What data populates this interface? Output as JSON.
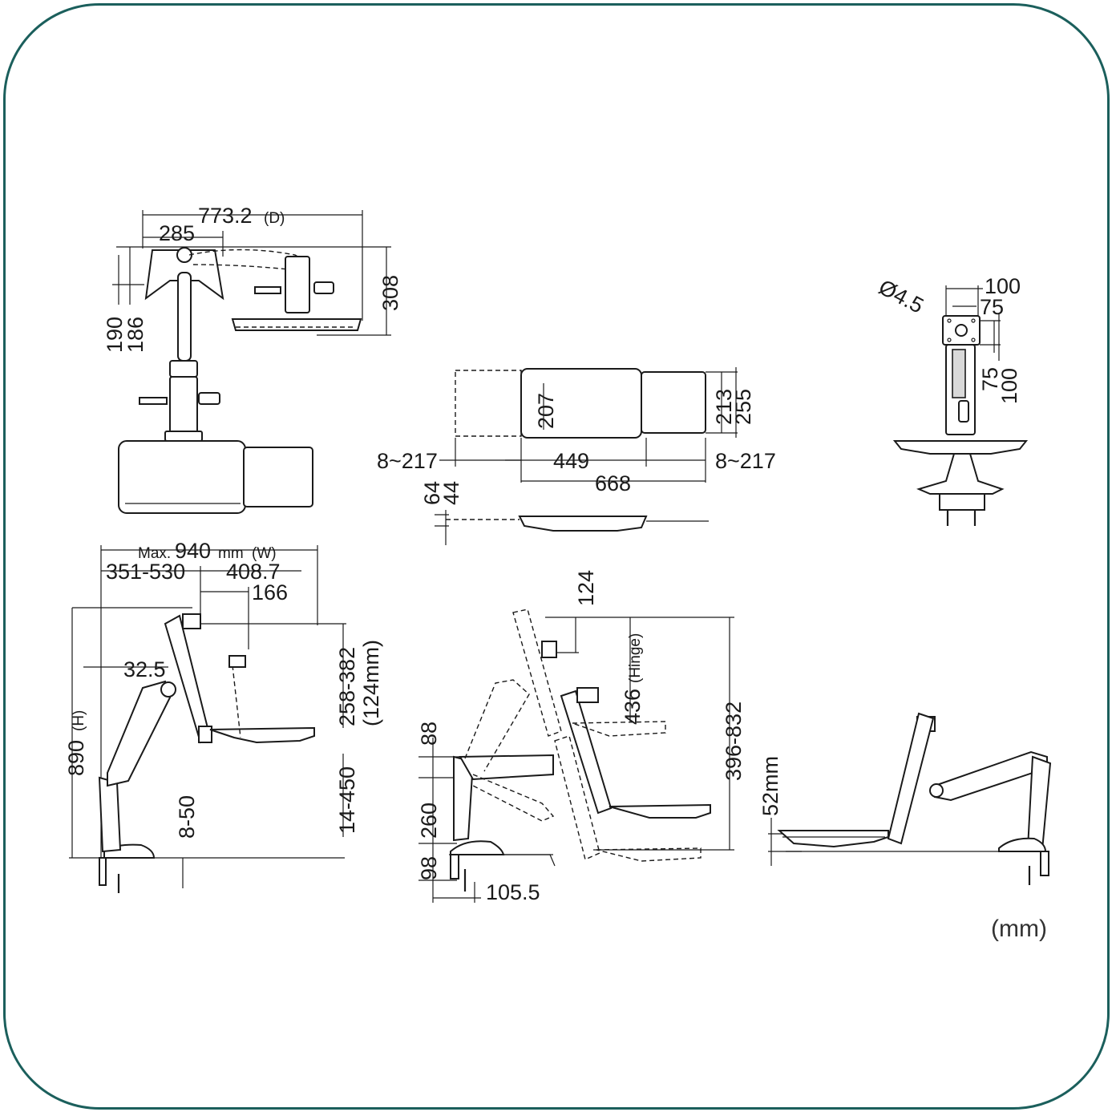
{
  "unit_label": "(mm)",
  "accent_color": "#1b5f5c",
  "top_view": {
    "depth_total": "773.2",
    "depth_suffix": "(D)",
    "arm_width": "285",
    "height_right": "308",
    "height_left_a": "190",
    "height_left_b": "186"
  },
  "tray_view": {
    "tray_depth_a": "207",
    "tray_depth_b": "213",
    "tray_depth_c": "255",
    "slide_left": "8~217",
    "tray_width": "449",
    "slide_right": "8~217",
    "total_width": "668",
    "thickness_a": "64",
    "thickness_b": "44"
  },
  "side_view": {
    "vesa_hole": "Ø4.5",
    "vesa_outer": "100",
    "vesa_inner": "75",
    "vesa_inner_v": "75",
    "vesa_outer_v": "100"
  },
  "front_view": {
    "max_width_prefix": "Max.",
    "max_width": "940",
    "max_width_unit": "mm",
    "max_width_suffix": "(W)",
    "reach_range": "351-530",
    "reach_b": "408.7",
    "keyboard_offset": "166",
    "pole_offset": "32.5",
    "overall_height": "890",
    "overall_height_suffix": "(H)",
    "monitor_range": "258-382",
    "monitor_range_note": "(124mm)",
    "tray_range": "14-450",
    "clamp_range": "8-50"
  },
  "motion_view": {
    "tilt": "124",
    "hinge_height": "436",
    "hinge_note": "(Hinge)",
    "height_range": "396-832",
    "arm_a": "88",
    "arm_b": "260",
    "base_h": "98",
    "base_w": "105.5"
  },
  "stand_view": {
    "tray_gap": "52mm"
  }
}
